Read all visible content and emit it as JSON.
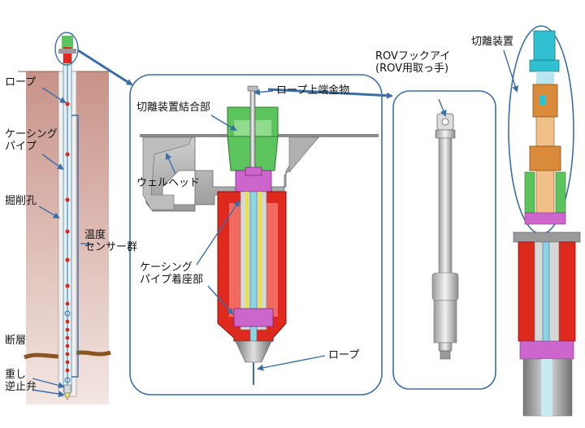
{
  "labels": {
    "rope_left": "ロープ",
    "casing_pipe": "ケーシング\nパイプ",
    "borehole": "掘削孔",
    "temp_sensors": "温度\nセンサー群",
    "fault": "断層",
    "weight_valve": "重し\n逆止弁",
    "separator_coupling": "切離装置結合部",
    "rope_top_fitting": "ロープ上端金物",
    "wellhead": "ウェルヘッド",
    "casing_seat": "ケーシング\nパイプ着座部",
    "rope_bottom": "ロープ",
    "rov_hook_eye": "ROVフックアイ\n(ROV用取っ手)",
    "separator": "切離装置"
  },
  "colors": {
    "accent_blue": "#3b6ea8",
    "red_part": "#e0291e",
    "green_part": "#5cc45c",
    "magenta_part": "#cc66cc",
    "cyan_part": "#30c0d0",
    "orange_part": "#d98a3a",
    "earth": "#c89a90",
    "fault_brown": "#8a5520"
  }
}
